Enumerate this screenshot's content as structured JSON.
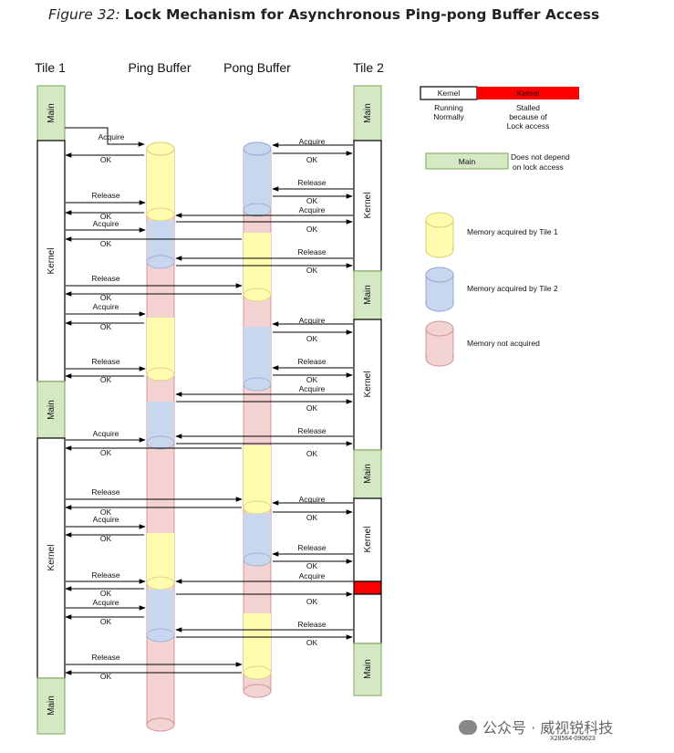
{
  "figure": {
    "label": "Figure 32:",
    "title": "Lock Mechanism for Asynchronous Ping-pong Buffer Access"
  },
  "columns": {
    "tile1": "Tile 1",
    "ping": "Ping Buffer",
    "pong": "Pong Buffer",
    "tile2": "Tile 2"
  },
  "blocks": {
    "main": "Main",
    "kernel": "Kernel"
  },
  "messages": {
    "acquire": "Acquire",
    "release": "Release",
    "ok": "OK"
  },
  "legend": {
    "kernel_running": "Kernel",
    "kernel_stalled": "Kernel",
    "running_line1": "Running",
    "running_line2": "Normally",
    "stalled_line1": "Stalled",
    "stalled_line2": "because of",
    "stalled_line3": "Lock access",
    "main": "Main",
    "main_desc_line1": "Does not depend",
    "main_desc_line2": "on lock access",
    "mem_tile1": "Memory acquired by Tile 1",
    "mem_tile2": "Memory acquired by Tile 2",
    "mem_none": "Memory not acquired"
  },
  "colors": {
    "tile1_memory": "#FFFCB0",
    "tile2_memory": "#C8D6EE",
    "not_acquired": "#F3D2D2",
    "main_block": "#D5E8C4",
    "stalled": "#FF0000"
  },
  "watermark": "公众号 · 威视锐科技",
  "image_id": "X28564-090623"
}
